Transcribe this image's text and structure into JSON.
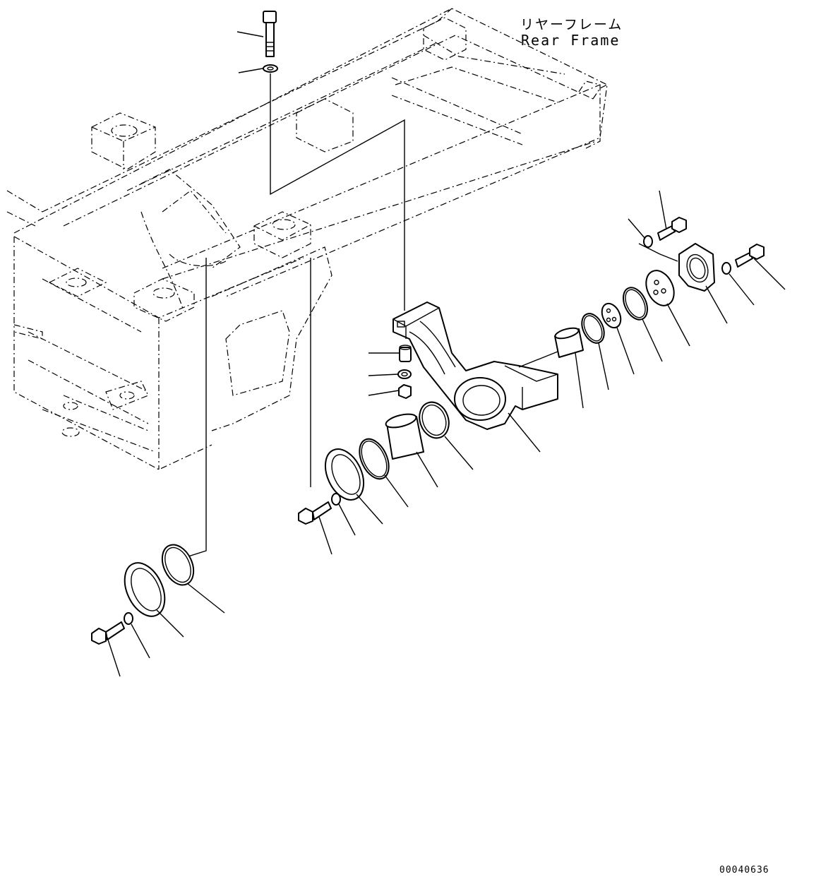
{
  "labels": {
    "frame_name_jp": "リヤーフレーム",
    "frame_name_en": "Rear Frame",
    "drawing_number": "00040636"
  }
}
